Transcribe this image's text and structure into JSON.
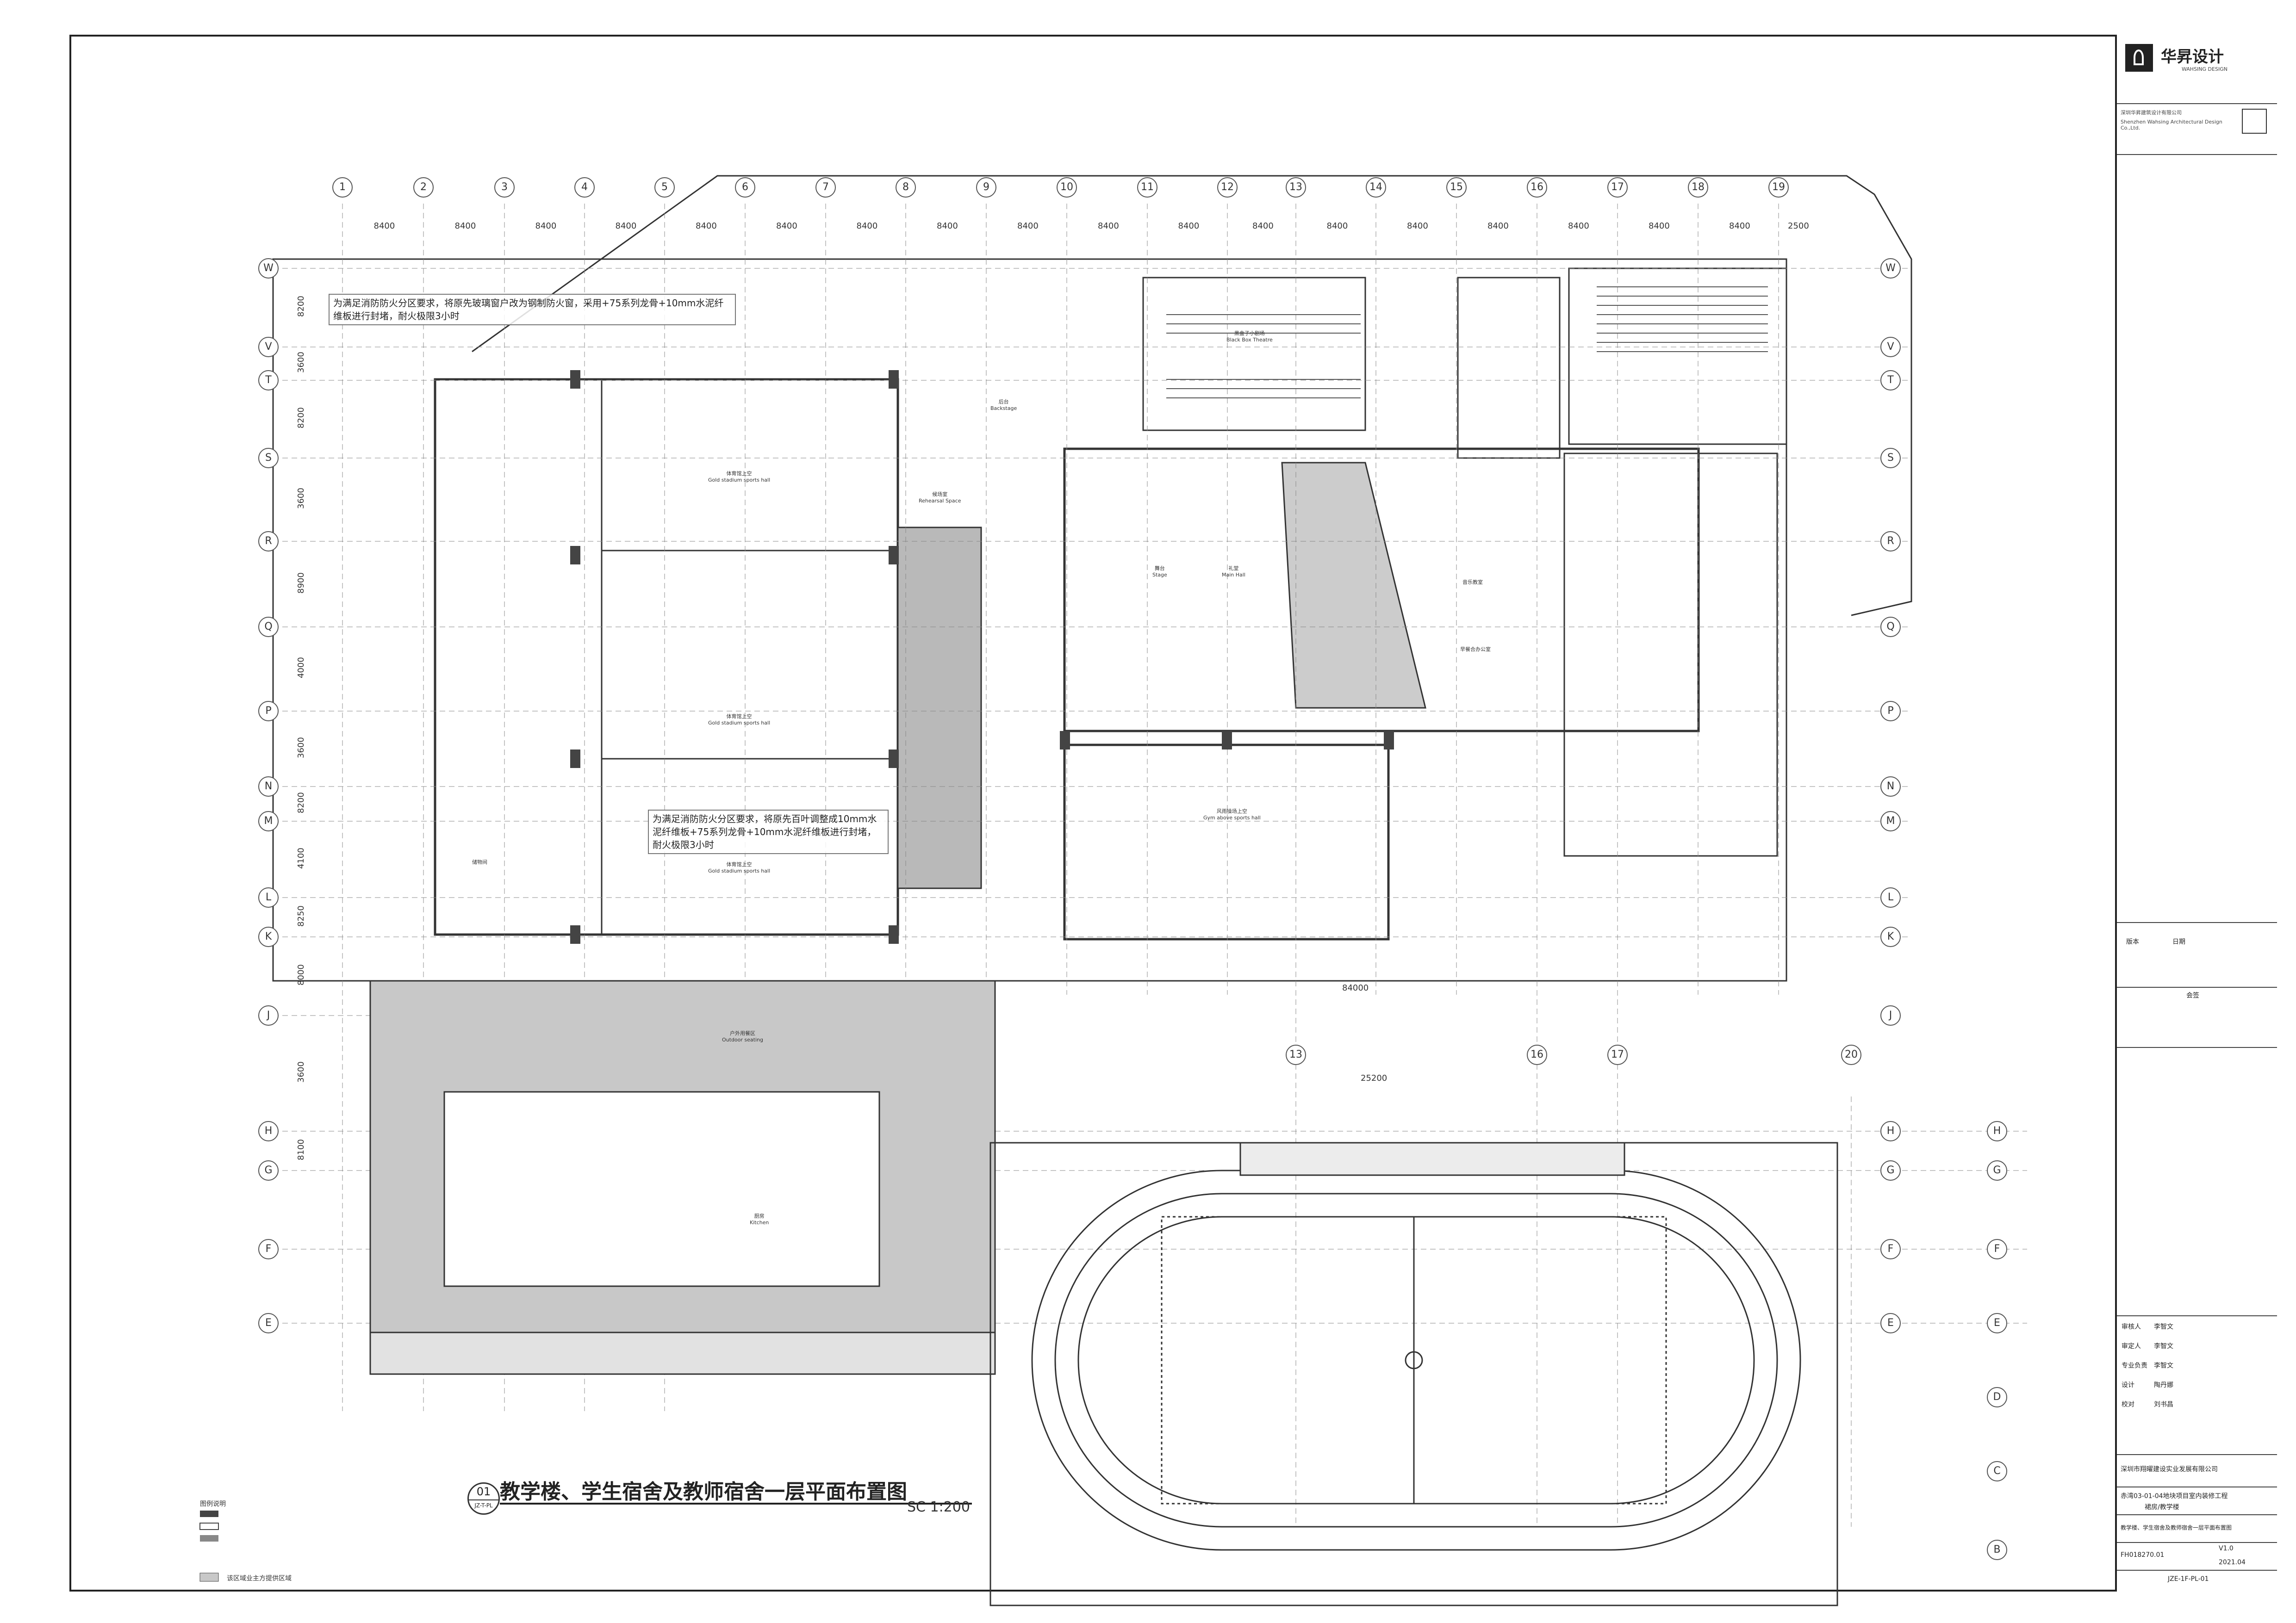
{
  "drawing": {
    "title": "教学楼、学生宿舍及教师宿舍一层平面布置图",
    "scale": "SC 1:200",
    "sheet_no": "01",
    "sheet_ref": "JZ-T-PL"
  },
  "title_block": {
    "company_cn": "华昇设计",
    "company_en": "WAHSING DESIGN",
    "company_full": "深圳华昇建筑设计有限公司",
    "company_full_en": "Shenzhen Wahsing Architectural Design Co.,Ltd.",
    "rows": [
      {
        "label": "版本",
        "value": "日期"
      },
      {
        "label": "会签",
        "value": ""
      },
      {
        "label": "审核人",
        "value": "李智文"
      },
      {
        "label": "审定人",
        "value": "李智文"
      },
      {
        "label": "专业负责",
        "value": "李智文"
      },
      {
        "label": "设计",
        "value": "陶丹娜"
      },
      {
        "label": "校对",
        "value": "刘书昌"
      }
    ],
    "client": "深圳市翔曜建设实业发展有限公司",
    "project": "赤湾03-01-04地块项目室内装修工程",
    "part": "裙房/教学楼",
    "sheet_title": "教学楼、学生宿舍及教师宿舍一层平面布置图",
    "version": "V1.0",
    "project_no": "FH018270.01",
    "date": "2021.04",
    "drawing_no": "JZE-1F-PL-01"
  },
  "grid": {
    "columns": [
      "1",
      "2",
      "3",
      "4",
      "5",
      "6",
      "7",
      "8",
      "9",
      "10",
      "11",
      "12",
      "13",
      "14",
      "15",
      "16",
      "17",
      "18",
      "19"
    ],
    "rows": [
      "W",
      "V",
      "T",
      "S",
      "R",
      "Q",
      "P",
      "N",
      "M",
      "L",
      "K",
      "J",
      "H",
      "G",
      "F",
      "E"
    ],
    "lower_columns": [
      "13",
      "16",
      "17",
      "20"
    ],
    "field_rows": [
      "H",
      "G",
      "F",
      "E",
      "D",
      "C",
      "B"
    ],
    "spans_top": [
      "8400",
      "8400",
      "8400",
      "8400",
      "8400",
      "8400",
      "8400",
      "8400",
      "8400",
      "8400",
      "8400",
      "8400",
      "8400",
      "8400",
      "8400",
      "8400",
      "8400",
      "8400",
      "2500"
    ],
    "spans_left": [
      "8200",
      "3600",
      "8200",
      "3600",
      "8900",
      "4000",
      "3600",
      "8200",
      "4100",
      "8250",
      "8000",
      "3600",
      "8100"
    ],
    "total_width": "84000",
    "track_width": "25200"
  },
  "notes": [
    "为满足消防防火分区要求，将原先玻璃窗户改为钢制防火窗，采用+75系列龙骨+10mm水泥纤维板进行封堵，耐火极限3小时",
    "为满足消防防火分区要求，将原先百叶调整成10mm水泥纤维板+75系列龙骨+10mm水泥纤维板进行封堵，耐火极限3小时"
  ],
  "rooms": [
    {
      "name": "体育馆上空",
      "en": "Gold stadium sports hall"
    },
    {
      "name": "体育馆上空",
      "en": "Gold stadium sports hall"
    },
    {
      "name": "体育馆上空",
      "en": "Gold stadium sports hall"
    },
    {
      "name": "候场室",
      "en": "Rehearsal Space"
    },
    {
      "name": "后台",
      "en": "Backstage"
    },
    {
      "name": "舞台",
      "en": "Stage"
    },
    {
      "name": "礼堂",
      "en": "Main Hall"
    },
    {
      "name": "黑盒子小剧场",
      "en": "Black Box Theatre"
    },
    {
      "name": "风雨操场上空",
      "en": "Gym above sports hall"
    },
    {
      "name": "音乐教室",
      "en": ""
    },
    {
      "name": "早餐合办公室",
      "en": ""
    },
    {
      "name": "户外用餐区",
      "en": "Outdoor seating"
    },
    {
      "name": "厨房",
      "en": "Kitchen"
    },
    {
      "name": "储物间",
      "en": ""
    }
  ],
  "legend": [
    {
      "text": "图例说明"
    },
    {
      "text": "该区域业主方提供区域"
    }
  ],
  "colors": {
    "line": "#222222",
    "grey_zone": "#c8c8c8",
    "hatch": "#9a9a9a"
  }
}
